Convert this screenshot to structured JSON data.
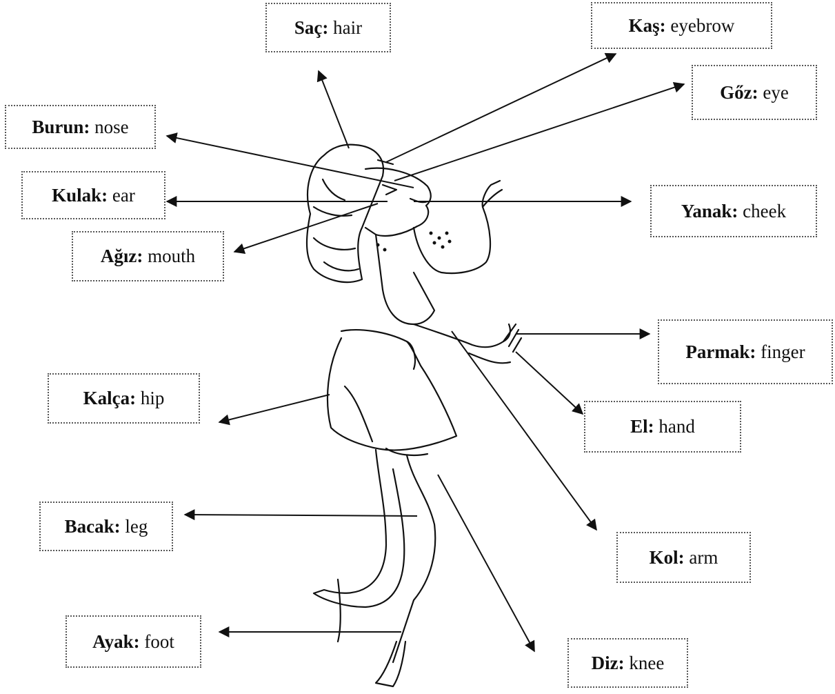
{
  "labels": {
    "sac": {
      "tr": "Saç:",
      "en": "hair"
    },
    "kas": {
      "tr": "Kaş:",
      "en": "eyebrow"
    },
    "goz": {
      "tr": "Gőz:",
      "en": "eye"
    },
    "burun": {
      "tr": "Burun:",
      "en": "nose"
    },
    "kulak": {
      "tr": "Kulak:",
      "en": "ear"
    },
    "yanak": {
      "tr": "Yanak:",
      "en": "cheek"
    },
    "agiz": {
      "tr": "Ağız:",
      "en": "mouth"
    },
    "parmak": {
      "tr": "Parmak:",
      "en": "finger"
    },
    "kalca": {
      "tr": "Kalça:",
      "en": "hip"
    },
    "el": {
      "tr": "El:",
      "en": "hand"
    },
    "bacak": {
      "tr": "Bacak:",
      "en": "leg"
    },
    "kol": {
      "tr": "Kol:",
      "en": "arm"
    },
    "ayak": {
      "tr": "Ayak:",
      "en": "foot"
    },
    "diz": {
      "tr": "Diz:",
      "en": "knee"
    }
  },
  "colors": {
    "ink": "#111111",
    "box_border": "#555555"
  }
}
